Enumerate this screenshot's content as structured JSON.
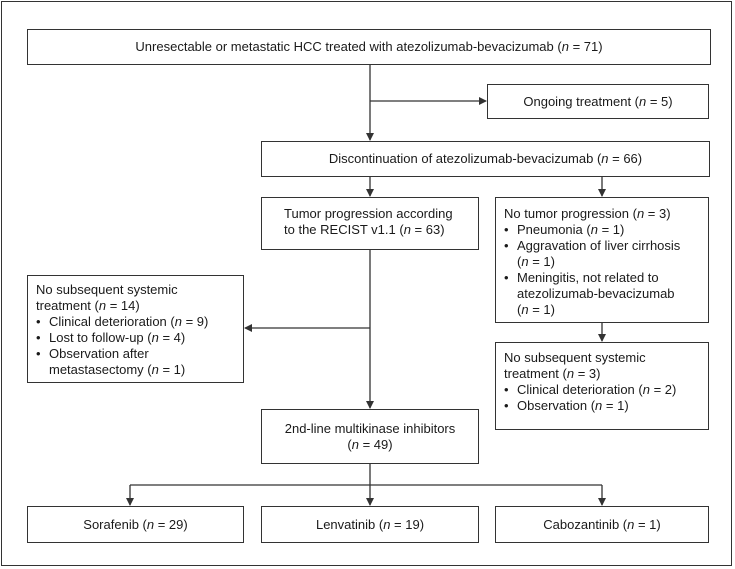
{
  "boxes": {
    "root": {
      "pre": "Unresectable or metastatic HCC treated with atezolizumab-bevacizumab (",
      "n": "n",
      "post": " = 71)"
    },
    "ongoing": {
      "pre": "Ongoing treatment (",
      "n": "n",
      "post": " = 5)"
    },
    "discontinuation": {
      "pre": "Discontinuation of atezolizumab-bevacizumab (",
      "n": "n",
      "post": " = 66)"
    },
    "progression": {
      "line1": "Tumor progression according",
      "pre": "to the RECIST v1.1 (",
      "n": "n",
      "post": " = 63)"
    },
    "no_progression": {
      "pre": "No tumor progression (",
      "n": "n",
      "post": " = 3)",
      "items": [
        {
          "l1_pre": "Pneumonia (",
          "l1_post": " = 1)",
          "l2": ""
        },
        {
          "l1_pre": "Aggravation of liver cirrhosis",
          "l1_post": "",
          "l2_pre": "(",
          "l2_post": " = 1)"
        },
        {
          "l1_pre": "Meningitis, not related to",
          "l2": "atezolizumab-bevacizumab",
          "l3_pre": "(",
          "l3_post": " = 1)"
        }
      ]
    },
    "no_subsequent_left": {
      "line1": "No subsequent systemic",
      "pre": "treatment (",
      "n": "n",
      "post": " = 14)",
      "items": [
        {
          "pre": "Clinical deterioration (",
          "post": " = 9)"
        },
        {
          "pre": "Lost to follow-up (",
          "post": " = 4)"
        },
        {
          "line1": "Observation after",
          "pre": "metastasectomy (",
          "post": " = 1)"
        }
      ]
    },
    "no_subsequent_right": {
      "line1": "No subsequent systemic",
      "pre": "treatment (",
      "n": "n",
      "post": " = 3)",
      "items": [
        {
          "pre": "Clinical deterioration (",
          "post": " = 2)"
        },
        {
          "pre": "Observation (",
          "post": " = 1)"
        }
      ]
    },
    "second_line": {
      "line1": "2nd-line multikinase inhibitors",
      "pre": "(",
      "n": "n",
      "post": " = 49)"
    },
    "sorafenib": {
      "pre": "Sorafenib (",
      "n": "n",
      "post": " = 29)"
    },
    "lenvatinib": {
      "pre": "Lenvatinib (",
      "n": "n",
      "post": " = 19)"
    },
    "cabozantinib": {
      "pre": "Cabozantinib (",
      "n": "n",
      "post": " = 1)"
    }
  },
  "bullet": "•",
  "colors": {
    "line": "#333333",
    "text": "#1a1a1a"
  }
}
